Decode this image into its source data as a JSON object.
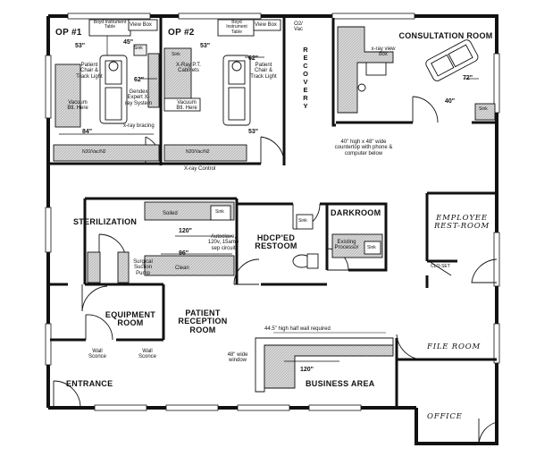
{
  "rooms": {
    "op1": "OP #1",
    "op2": "OP #2",
    "recovery": "RECOVERY",
    "consultation": "CONSULTATION ROOM",
    "sterilization": "STERILIZATION",
    "hdcp_restroom": "HDCP'ED RESTOOM",
    "darkroom": "DARKROOM",
    "employee_restroom": "EMPLOYEE REST-ROOM",
    "equipment": "EQUIPMENT ROOM",
    "patient_reception": "PATIENT RECEPTION ROOM",
    "entrance": "ENTRANCE",
    "business_area": "BUSINESS AREA",
    "file_room": "FILE ROOM",
    "office": "OFFICE"
  },
  "annotations": {
    "boyd_table": "Boyd Instrument Table",
    "view_box": "View Box",
    "sink": "Sink",
    "patient_chair": "Patient Chair & Track Light",
    "vacuum": "Vacuum Btl. Here",
    "gendex": "Gendex Expert X-ray System",
    "xray_bracing": "x-ray bracing",
    "n2o_vac_n2": "N20/Vac/N2",
    "xray_pt_cabinets": "X-Ray P.T. Cabinets",
    "xray_control": "X-ray Control",
    "o2_vac": "O2/ Vac",
    "xray_view_box": "x-ray view box",
    "countertop": "40\" high x 48\" wide countertop with phone & computer below",
    "soiled": "Soiled",
    "clean": "Clean",
    "autoclave": "Autoclave, 120v, 15amp sep circuit",
    "surgical_suction": "Surgical Suction Pump",
    "existing_processor": "Existing Processor",
    "clo_set": "CLO-SET",
    "wall_sconce": "Wall Sconce",
    "half_wall": "44.5\" high half wall required",
    "window_48": "48\" wide window"
  },
  "dimensions": {
    "d53": "53\"",
    "d45": "45\"",
    "d62": "62\"",
    "d84": "84\"",
    "d72": "72\"",
    "d40": "40\"",
    "d120": "120\"",
    "d96": "96\""
  }
}
